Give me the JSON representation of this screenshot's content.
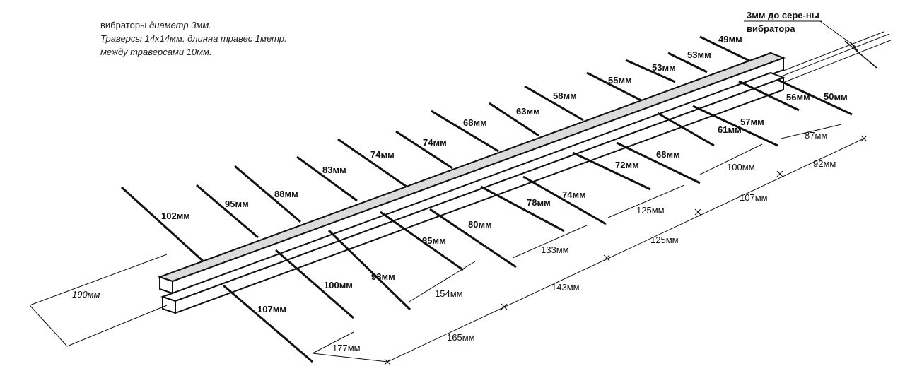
{
  "notes": {
    "line1_prefix": "вибраторы",
    "line1_rest": "диаметр 3мм.",
    "line2": "Траверсы 14х14мм. длинна травес 1метр.",
    "line3": "между траверсами 10мм."
  },
  "callout": {
    "line1": "3мм до сере-ны",
    "line2": "вибратора"
  },
  "upper_elements": [
    "102мм",
    "95мм",
    "88мм",
    "83мм",
    "74мм",
    "74мм",
    "68мм",
    "63мм",
    "58мм",
    "55мм",
    "53мм",
    "53мм",
    "49мм"
  ],
  "lower_elements": [
    "107мм",
    "100мм",
    "93мм",
    "85мм",
    "80мм",
    "78мм",
    "74мм",
    "72мм",
    "68мм",
    "61мм",
    "57мм",
    "56мм",
    "50мм"
  ],
  "spacings_inner": [
    "190мм",
    "177мм",
    "154мм",
    "133мм",
    "125мм",
    "100мм",
    "87мм"
  ],
  "spacings_outer": [
    "165мм",
    "143мм",
    "125мм",
    "107мм",
    "92мм"
  ]
}
